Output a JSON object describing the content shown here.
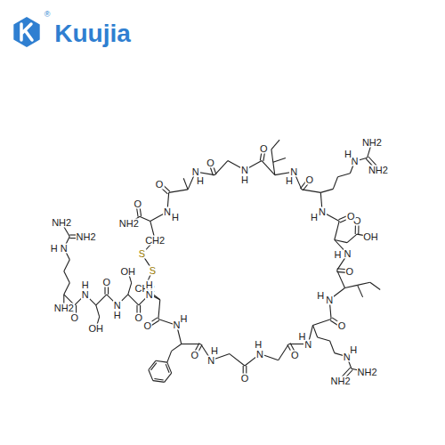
{
  "diagram": {
    "labels": [
      "®",
      "Kuujia",
      "O",
      "N",
      "H",
      "O",
      "N",
      "H",
      "O",
      "N",
      "H",
      "O",
      "N",
      "H",
      "N",
      "H",
      "NH2",
      "NH2",
      "O",
      "N",
      "H",
      "O",
      "N",
      "H",
      "O",
      "OH",
      "O",
      "N",
      "H",
      "N",
      "H",
      "NH2",
      "NH2",
      "O",
      "N",
      "H",
      "O",
      "N",
      "H",
      "O",
      "N",
      "H",
      "O",
      "N",
      "H",
      "O",
      "NH2",
      "CH2",
      "S",
      "S",
      "CH2",
      "N",
      "H",
      "O",
      "OH",
      "N",
      "H",
      "O",
      "OH",
      "N",
      "H",
      "O",
      "NH2",
      "N",
      "H",
      "NH2",
      "NH2"
    ]
  }
}
